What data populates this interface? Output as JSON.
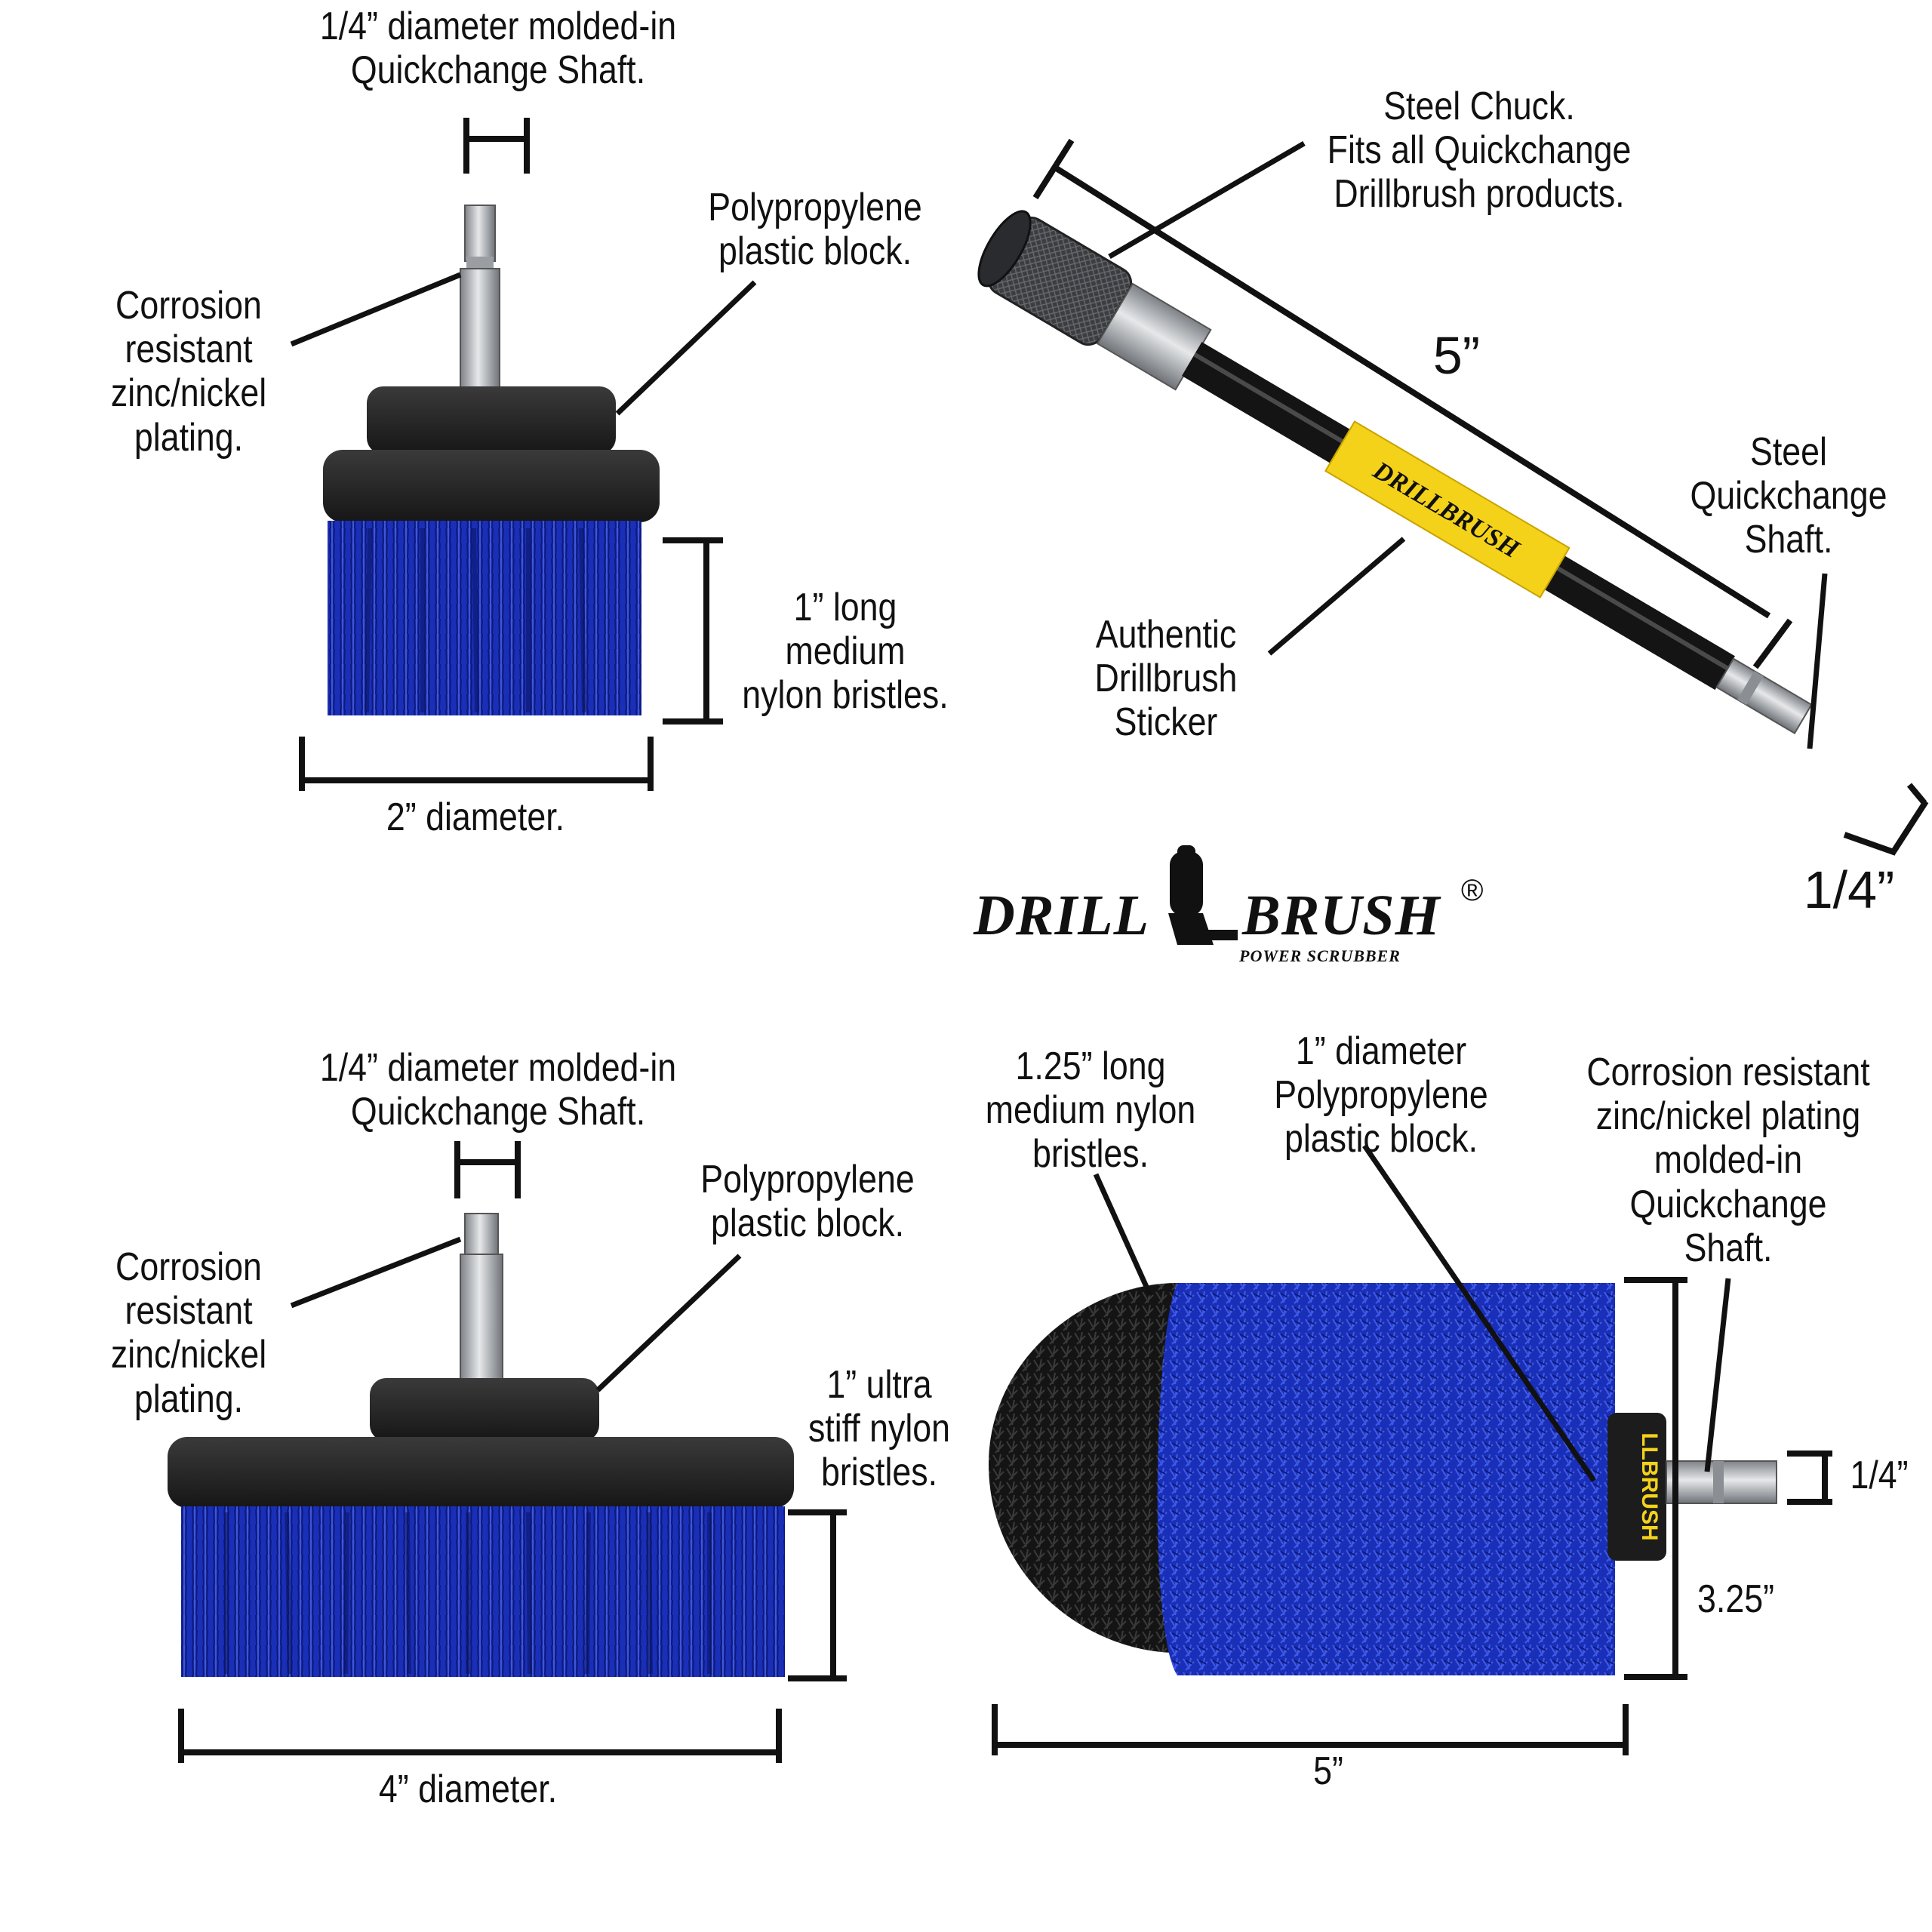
{
  "brush1": {
    "shaft_label": [
      "1/4” diameter molded-in",
      "Quickchange Shaft."
    ],
    "block_label": [
      "Polypropylene",
      "plastic block."
    ],
    "plating_label": [
      "Corrosion",
      "resistant",
      "zinc/nickel",
      "plating."
    ],
    "bristle_label": [
      "1” long",
      "medium",
      "nylon bristles."
    ],
    "diameter_label": "2” diameter."
  },
  "extension": {
    "chuck_label": [
      "Steel Chuck.",
      "Fits all Quickchange",
      "Drillbrush products."
    ],
    "length_label": "5”",
    "shaft_label": [
      "Steel",
      "Quickchange",
      "Shaft."
    ],
    "sticker_label": [
      "Authentic",
      "Drillbrush",
      "Sticker"
    ],
    "sticker_text": "DRILLBRUSH",
    "width_label": "1/4”"
  },
  "logo": {
    "word1": "DRILL",
    "word2": "BRUSH",
    "registered": "®",
    "tagline": "POWER SCRUBBER"
  },
  "brush2": {
    "shaft_label": [
      "1/4” diameter molded-in",
      "Quickchange Shaft."
    ],
    "block_label": [
      "Polypropylene",
      "plastic block."
    ],
    "plating_label": [
      "Corrosion",
      "resistant",
      "zinc/nickel",
      "plating."
    ],
    "bristle_label": [
      "1” ultra",
      "stiff nylon",
      "bristles."
    ],
    "diameter_label": "4” diameter."
  },
  "brush3": {
    "bristle_label": [
      "1.25” long",
      "medium nylon",
      "bristles."
    ],
    "block_label": [
      "1” diameter",
      "Polypropylene",
      "plastic block."
    ],
    "shaft_label": [
      "Corrosion resistant",
      "zinc/nickel plating",
      "molded-in",
      "Quickchange",
      "Shaft."
    ],
    "shaft_width_label": "1/4”",
    "height_label": "3.25”",
    "length_label": "5”",
    "collar_text": "LLBRUSH"
  },
  "colors": {
    "bristle_blue": "#1a2fb8",
    "bristle_dark": "#0e1a7a",
    "plastic_black": "#222222",
    "sticker_yellow": "#f4d21a",
    "steel": "#b9bcc0"
  }
}
